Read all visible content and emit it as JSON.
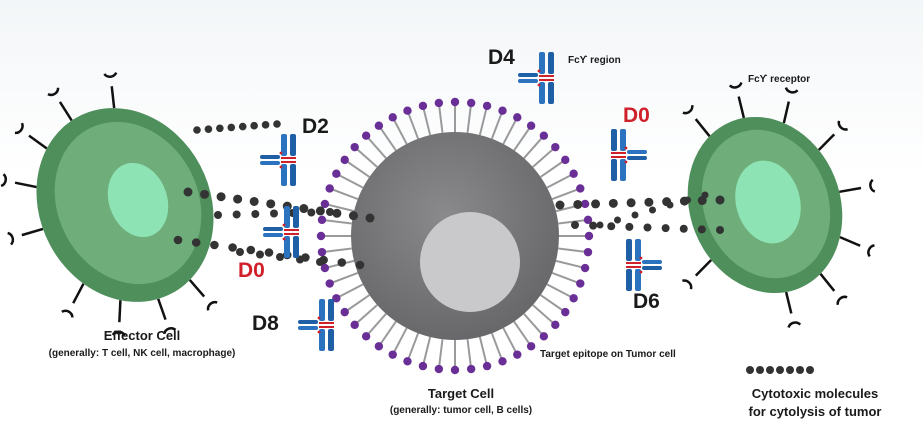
{
  "labels": {
    "d4": "D4",
    "d2": "D2",
    "d0_left": "D0",
    "d0_right": "D0",
    "d6": "D6",
    "d8": "D8",
    "fc_region": "Fcϒ region",
    "fc_receptor": "Fcϒ receptor",
    "target_epitope": "Target epitope on Tumor cell"
  },
  "effector": {
    "title": "Effector Cell",
    "subtitle": "(generally: T cell, NK cell, macrophage)"
  },
  "target": {
    "title": "Target Cell",
    "subtitle": "(generally: tumor cell, B cells)"
  },
  "legend": {
    "line1": "Cytotoxic molecules",
    "line2": "for cytolysis of tumor"
  },
  "colors": {
    "effector_outer": "#4e8f5c",
    "effector_inner": "#6fae7a",
    "nucleus": "#8ee3b4",
    "target_body": "#7d7d80",
    "target_nucleus": "#c9c9cb",
    "epitope": "#6a2f97",
    "antibody": "#1f5fa6",
    "cytotoxic": "#333333",
    "label_red": "#d0202a"
  }
}
